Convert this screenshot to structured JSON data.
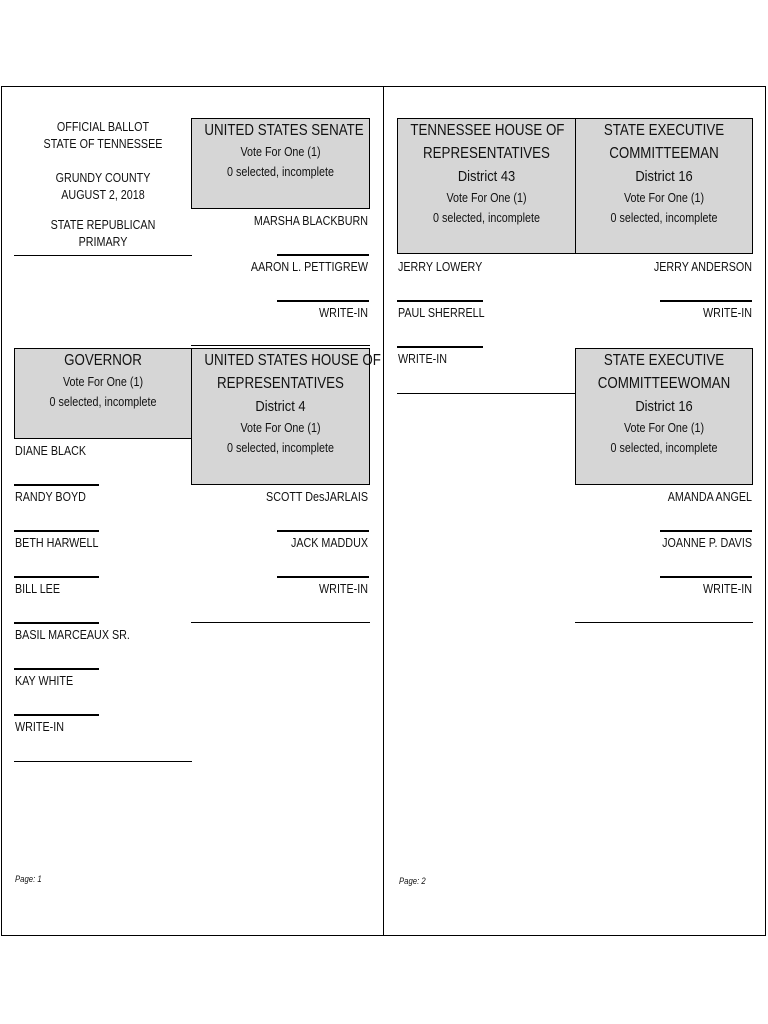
{
  "header": {
    "line1": "OFFICIAL BALLOT",
    "line2": "STATE OF TENNESSEE",
    "line3": "GRUNDY COUNTY",
    "line4": "AUGUST 2, 2018",
    "line5": "STATE REPUBLICAN PRIMARY"
  },
  "races": {
    "senate": {
      "title": "UNITED STATES SENATE",
      "vote": "Vote For One (1)",
      "status": "0 selected, incomplete",
      "candidates": [
        "MARSHA BLACKBURN",
        "AARON L. PETTIGREW",
        "WRITE-IN"
      ]
    },
    "governor": {
      "title": "GOVERNOR",
      "vote": "Vote For One (1)",
      "status": "0 selected, incomplete",
      "candidates": [
        "DIANE BLACK",
        "RANDY BOYD",
        "BETH HARWELL",
        "BILL LEE",
        "BASIL MARCEAUX SR.",
        "KAY WHITE",
        "WRITE-IN"
      ]
    },
    "us_house": {
      "title1": "UNITED STATES HOUSE OF",
      "title2": "REPRESENTATIVES",
      "district": "District 4",
      "vote": "Vote For One (1)",
      "status": "0 selected, incomplete",
      "candidates": [
        "SCOTT DesJARLAIS",
        "JACK MADDUX",
        "WRITE-IN"
      ]
    },
    "tn_house": {
      "title1": "TENNESSEE HOUSE OF",
      "title2": "REPRESENTATIVES",
      "district": "District 43",
      "vote": "Vote For One (1)",
      "status": "0 selected, incomplete",
      "candidates": [
        "JERRY LOWERY",
        "PAUL SHERRELL",
        "WRITE-IN"
      ]
    },
    "committeeman": {
      "title1": "STATE EXECUTIVE",
      "title2": "COMMITTEEMAN",
      "district": "District 16",
      "vote": "Vote For One (1)",
      "status": "0 selected, incomplete",
      "candidates": [
        "JERRY ANDERSON",
        "WRITE-IN"
      ]
    },
    "committeewoman": {
      "title1": "STATE EXECUTIVE",
      "title2": "COMMITTEEWOMAN",
      "district": "District 16",
      "vote": "Vote For One (1)",
      "status": "0 selected, incomplete",
      "candidates": [
        "AMANDA ANGEL",
        "JOANNE P. DAVIS",
        "WRITE-IN"
      ]
    }
  },
  "footer": {
    "page1": "Page: 1",
    "page2": "Page: 2"
  }
}
